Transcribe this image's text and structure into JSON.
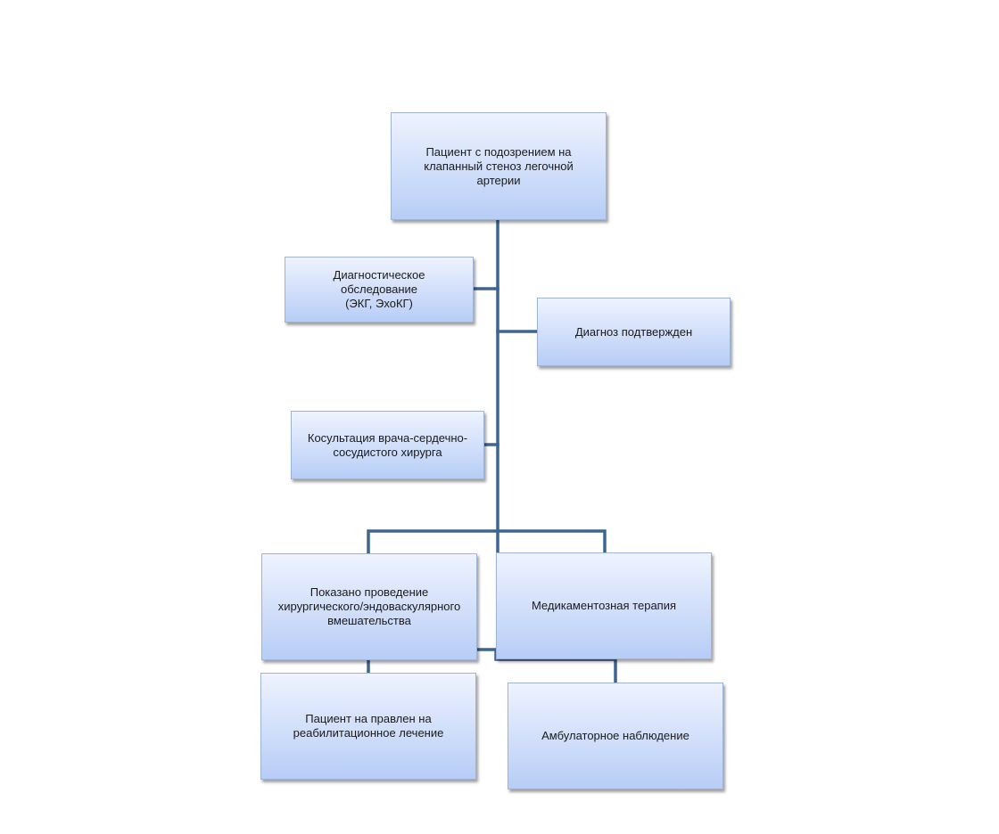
{
  "diagram": {
    "nodes": {
      "patient_suspected": "Пациент с подозрением на\nклапанный стеноз легочной артерии",
      "diagnostic_exam": "Диагностическое обследование\n(ЭКГ, ЭхоКГ)",
      "diagnosis_confirmed": "Диагноз подтвержден",
      "consultation": "Косультация врача-сердечно-\nсосудистого хирурга",
      "surgery_indicated": "Показано проведение\nхирургического/эндоваскулярного\nвмешательства",
      "medication_therapy": "Медикаментозная терапия",
      "rehabilitation": "Пациент на правлен на\nреабилитационное лечение",
      "outpatient": "Амбулаторное наблюдение"
    },
    "colors": {
      "connector": "#3d6591",
      "box_gradient_top": "#eef3fe",
      "box_gradient_bottom": "#b7cdf6",
      "box_border": "#9eb3d6"
    }
  }
}
